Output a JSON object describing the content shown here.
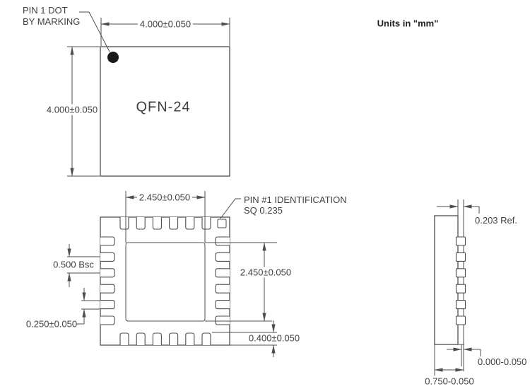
{
  "units_note": "Units in \"mm\"",
  "top_view": {
    "package_label": "QFN-24",
    "pin1_note": {
      "line1": "PIN 1 DOT",
      "line2": "BY MARKING"
    },
    "width_dim": "4.000±0.050",
    "height_dim": "4.000±0.050"
  },
  "bottom_view": {
    "epad_width_dim": "2.450±0.050",
    "epad_height_dim": "2.450±0.050",
    "pad_pitch_dim": "0.500 Bsc",
    "pad_width_dim": "0.250±0.050",
    "pad_length_dim": "0.400±0.050",
    "pin1_id_note": {
      "line1": "PIN #1 IDENTIFICATION",
      "line2": "SQ 0.235"
    }
  },
  "side_view": {
    "lead_thickness_dim": "0.203 Ref.",
    "standoff_dim": "0.000-0.050",
    "body_height_dim": "0.750-0.050"
  },
  "colors": {
    "line": "#4d4d4d",
    "text": "#414141",
    "pin1_dot": "#1a1a1a"
  }
}
